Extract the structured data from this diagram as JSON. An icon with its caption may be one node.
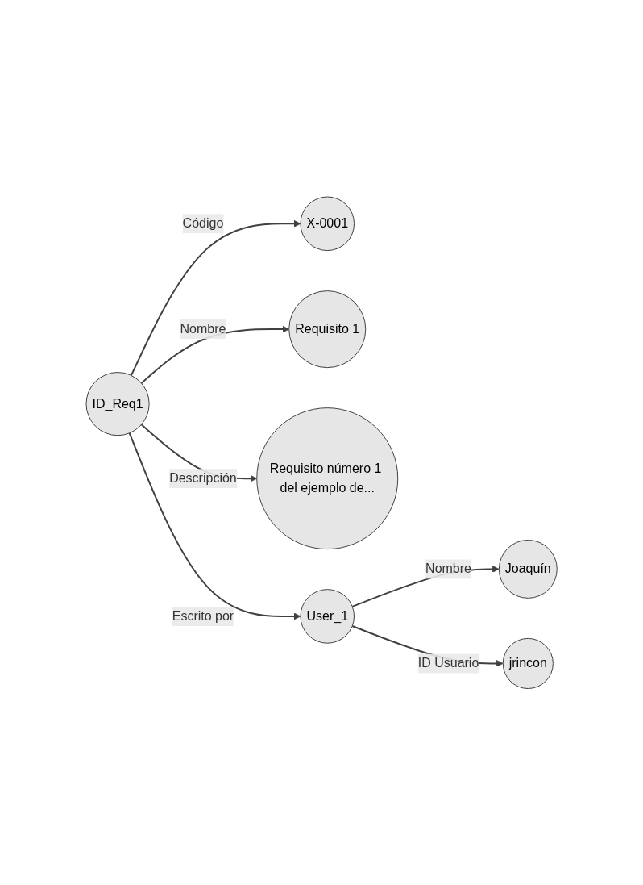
{
  "diagram": {
    "nodes": [
      {
        "text": [
          "ID_Req1"
        ]
      },
      {
        "text": [
          "X-0001"
        ]
      },
      {
        "text": [
          "Requisito 1"
        ]
      },
      {
        "text": [
          "Requisito número 1 del ejemplo de..."
        ]
      },
      {
        "text": [
          "User_1"
        ]
      },
      {
        "text": [
          "Joaquín"
        ]
      },
      {
        "text": [
          "jrincon"
        ]
      }
    ],
    "edges": [
      {
        "from": 0,
        "to": 1,
        "arrow": "to",
        "label": "Código"
      },
      {
        "from": 0,
        "to": 2,
        "arrow": "to",
        "label": "Nombre"
      },
      {
        "from": 0,
        "to": 3,
        "arrow": "to",
        "label": "Descripción"
      },
      {
        "from": 0,
        "to": 4,
        "arrow": "to",
        "label": "Escrito por"
      },
      {
        "from": 4,
        "to": 5,
        "arrow": "to",
        "label": "Nombre"
      },
      {
        "from": 4,
        "to": 6,
        "arrow": "to",
        "label": "ID Usuario"
      }
    ]
  }
}
